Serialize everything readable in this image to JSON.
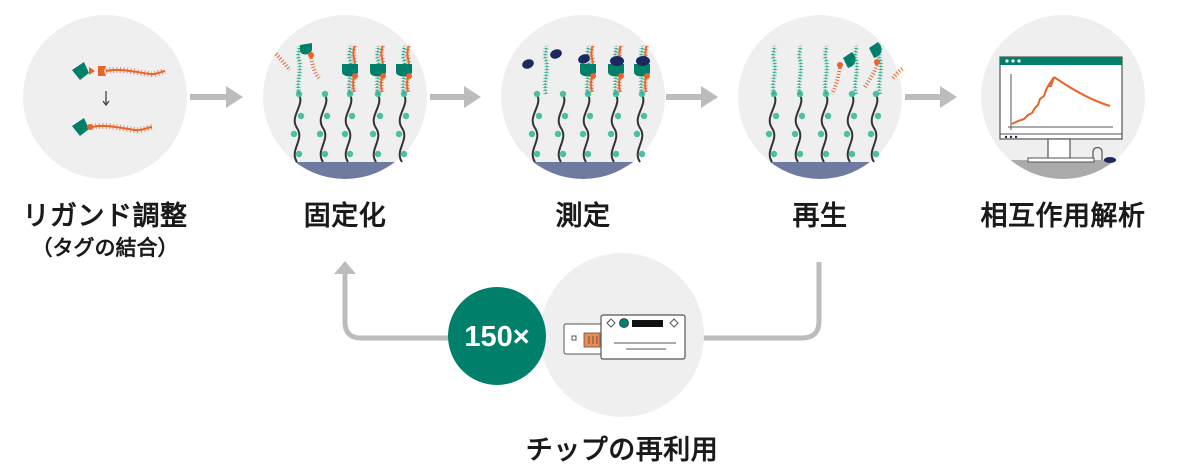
{
  "colors": {
    "circle_bg": "#efefef",
    "arrow": "#bcbcbc",
    "teal": "#00806a",
    "teal_light": "#4bbfa4",
    "orange": "#e8642a",
    "surface": "#6e7aa0",
    "navy": "#1a2a5e",
    "linker": "#333333",
    "badge": "#00806a"
  },
  "steps": [
    {
      "id": "ligand-prep",
      "label": "リガンド調整",
      "sublabel": "（タグの結合）",
      "icon": "ligand-tag-binding-icon"
    },
    {
      "id": "immobilization",
      "label": "固定化",
      "icon": "immobilization-icon"
    },
    {
      "id": "measurement",
      "label": "測定",
      "icon": "measurement-icon"
    },
    {
      "id": "regeneration",
      "label": "再生",
      "icon": "regeneration-icon"
    },
    {
      "id": "analysis",
      "label": "相互作用解析",
      "icon": "monitor-chart-icon"
    }
  ],
  "reuse": {
    "label": "チップの再利用",
    "badge": "150×",
    "icon": "sensor-chip-icon"
  }
}
